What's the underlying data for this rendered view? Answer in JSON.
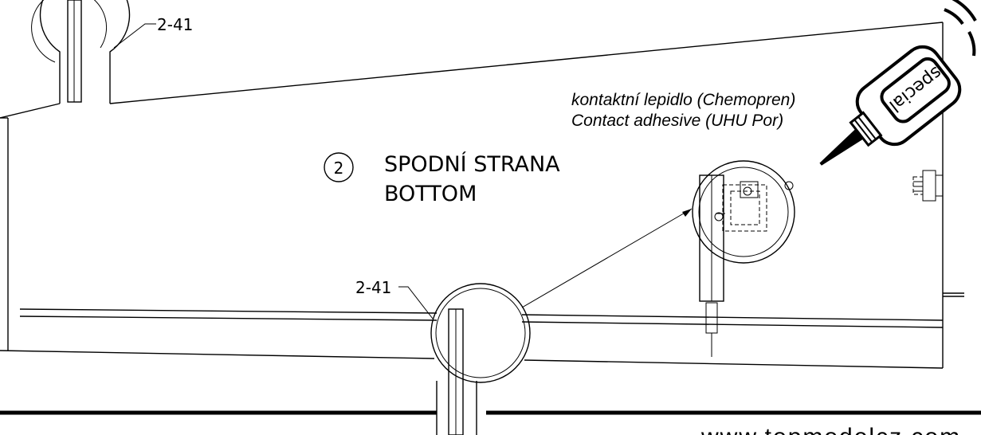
{
  "labels": {
    "part_ref_top": "2-41",
    "part_ref_bottom": "2-41",
    "step_number": "2",
    "side_cz": "SPODNÍ STRANA",
    "side_en": "BOTTOM",
    "adhesive_cz": "kontaktní lepidlo (Chemopren)",
    "adhesive_en": "Contact adhesive (UHU Por)",
    "tube_label": "special",
    "website": "www.topmodelcz.com"
  }
}
